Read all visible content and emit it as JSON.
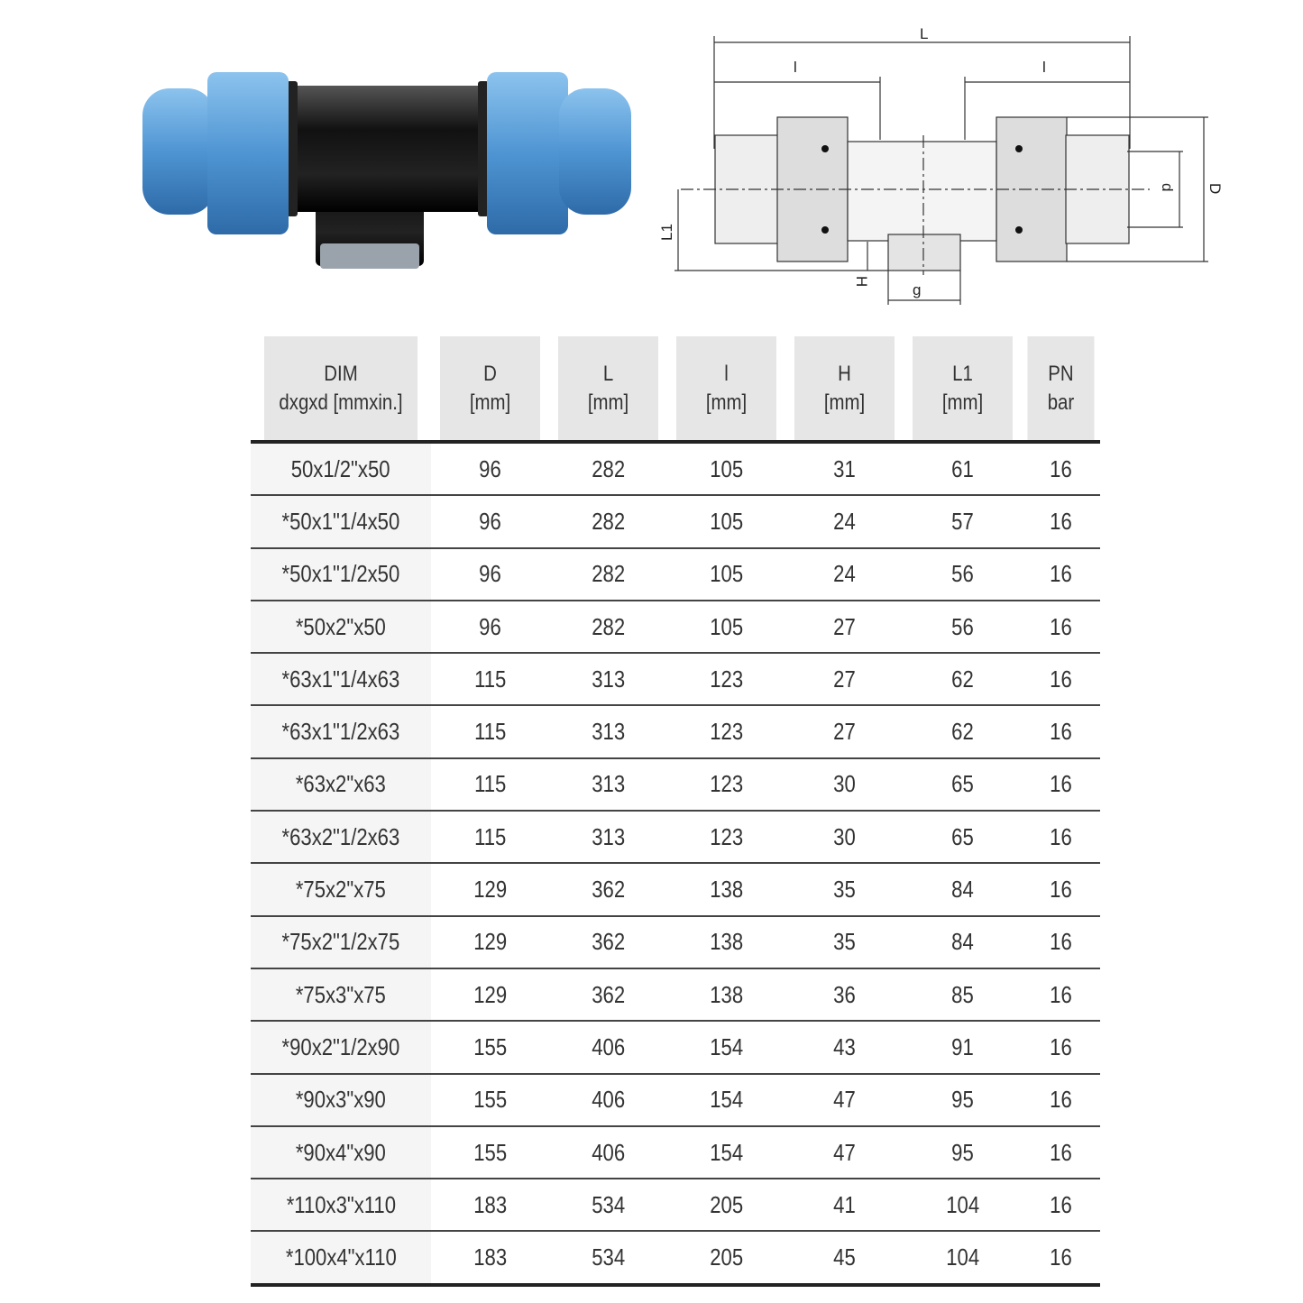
{
  "drawing": {
    "labels": {
      "L": "L",
      "l_left": "l",
      "l_right": "l",
      "d": "d",
      "D": "D",
      "L1": "L1",
      "H": "H",
      "g": "g"
    }
  },
  "colors": {
    "fitting_blue": "#5b9fd8",
    "fitting_black": "#1a1a1a",
    "header_bg": "#e6e6e6"
  },
  "table": {
    "headers": [
      {
        "line1": "DIM",
        "line2": "dxgxd [mmxin.]"
      },
      {
        "line1": "D",
        "line2": "[mm]"
      },
      {
        "line1": "L",
        "line2": "[mm]"
      },
      {
        "line1": "l",
        "line2": "[mm]"
      },
      {
        "line1": "H",
        "line2": "[mm]"
      },
      {
        "line1": "L1",
        "line2": "[mm]"
      },
      {
        "line1": "PN",
        "line2": "bar"
      }
    ],
    "rows": [
      [
        "50x1/2\"x50",
        "96",
        "282",
        "105",
        "31",
        "61",
        "16"
      ],
      [
        "*50x1\"1/4x50",
        "96",
        "282",
        "105",
        "24",
        "57",
        "16"
      ],
      [
        "*50x1\"1/2x50",
        "96",
        "282",
        "105",
        "24",
        "56",
        "16"
      ],
      [
        "*50x2\"x50",
        "96",
        "282",
        "105",
        "27",
        "56",
        "16"
      ],
      [
        "*63x1\"1/4x63",
        "115",
        "313",
        "123",
        "27",
        "62",
        "16"
      ],
      [
        "*63x1\"1/2x63",
        "115",
        "313",
        "123",
        "27",
        "62",
        "16"
      ],
      [
        "*63x2\"x63",
        "115",
        "313",
        "123",
        "30",
        "65",
        "16"
      ],
      [
        "*63x2\"1/2x63",
        "115",
        "313",
        "123",
        "30",
        "65",
        "16"
      ],
      [
        "*75x2\"x75",
        "129",
        "362",
        "138",
        "35",
        "84",
        "16"
      ],
      [
        "*75x2\"1/2x75",
        "129",
        "362",
        "138",
        "35",
        "84",
        "16"
      ],
      [
        "*75x3\"x75",
        "129",
        "362",
        "138",
        "36",
        "85",
        "16"
      ],
      [
        "*90x2\"1/2x90",
        "155",
        "406",
        "154",
        "43",
        "91",
        "16"
      ],
      [
        "*90x3\"x90",
        "155",
        "406",
        "154",
        "47",
        "95",
        "16"
      ],
      [
        "*90x4\"x90",
        "155",
        "406",
        "154",
        "47",
        "95",
        "16"
      ],
      [
        "*110x3\"x110",
        "183",
        "534",
        "205",
        "41",
        "104",
        "16"
      ],
      [
        "*100x4\"x110",
        "183",
        "534",
        "205",
        "45",
        "104",
        "16"
      ]
    ]
  }
}
